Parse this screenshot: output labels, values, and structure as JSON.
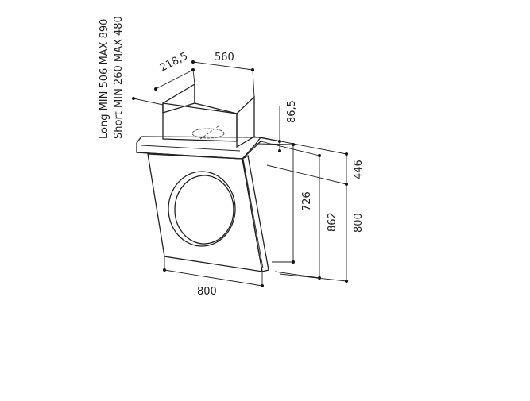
{
  "diagram": {
    "note_long": "Long  MIN 506 MAX 890",
    "note_short": "Short MIN 260 MAX 480",
    "dimensions": {
      "chimney_depth": "218,5",
      "chimney_width": "560",
      "chimney_offset": "86,5",
      "height_446": "446",
      "height_726": "726",
      "height_862": "862",
      "height_800": "800",
      "width_800": "800"
    }
  },
  "colors": {
    "line": "#222222",
    "background": "#ffffff"
  }
}
